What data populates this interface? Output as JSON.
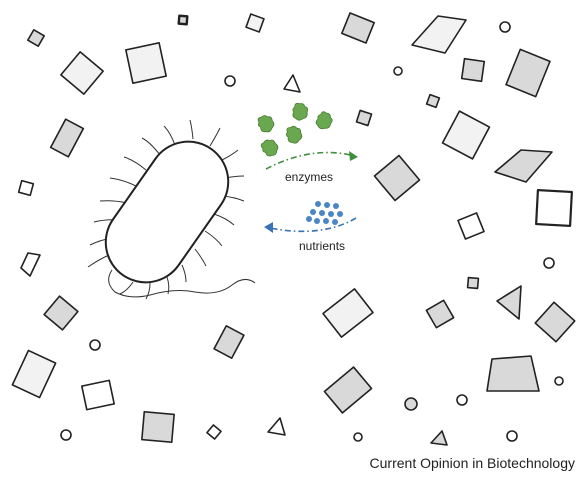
{
  "labels": {
    "enzymes": "enzymes",
    "nutrients": "nutrients"
  },
  "credit": "Current Opinion in Biotechnology",
  "colors": {
    "enzyme_fill": "#6aa84f",
    "enzyme_arrow": "#3f8f3f",
    "nutrient_fill": "#4a86c5",
    "nutrient_arrow": "#3a74b5",
    "outline": "#222222"
  }
}
